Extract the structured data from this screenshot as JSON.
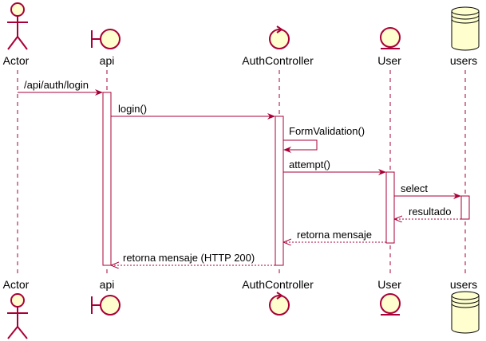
{
  "colors": {
    "line": "#a80036",
    "fill": "#fefece",
    "text": "#000000"
  },
  "participants": [
    {
      "id": "actor",
      "label": "Actor",
      "kind": "actor-icon"
    },
    {
      "id": "api",
      "label": "api",
      "kind": "boundary-icon"
    },
    {
      "id": "authcontroller",
      "label": "AuthController",
      "kind": "control-icon"
    },
    {
      "id": "user",
      "label": "User",
      "kind": "entity-icon"
    },
    {
      "id": "users",
      "label": "users",
      "kind": "database-icon"
    }
  ],
  "messages": [
    {
      "label": "/api/auth/login",
      "from": "actor",
      "to": "api",
      "style": "solid"
    },
    {
      "label": "login()",
      "from": "api",
      "to": "authcontroller",
      "style": "solid"
    },
    {
      "label": "FormValidation()",
      "from": "authcontroller",
      "to": "authcontroller",
      "style": "solid"
    },
    {
      "label": "attempt()",
      "from": "authcontroller",
      "to": "user",
      "style": "solid"
    },
    {
      "label": "select",
      "from": "user",
      "to": "users",
      "style": "solid"
    },
    {
      "label": "resultado",
      "from": "users",
      "to": "user",
      "style": "dashed"
    },
    {
      "label": "retorna mensaje",
      "from": "user",
      "to": "authcontroller",
      "style": "dashed"
    },
    {
      "label": "retorna mensaje (HTTP 200)",
      "from": "authcontroller",
      "to": "api",
      "style": "dashed"
    }
  ]
}
